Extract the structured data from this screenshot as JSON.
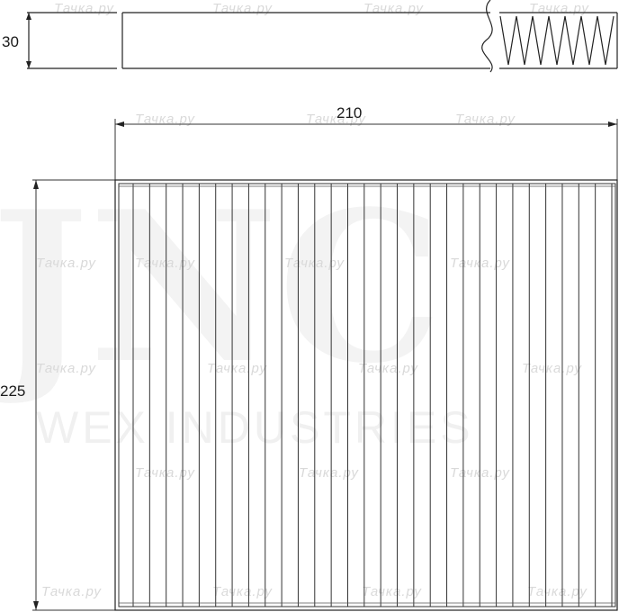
{
  "dimensions": {
    "height": "30",
    "width": "210",
    "length": "225"
  },
  "watermarks": {
    "logo": "JNC",
    "brand": "WEX INDUSTRIES",
    "stamp": "Тачка.ру"
  },
  "filter": {
    "pleat_count": 30
  }
}
